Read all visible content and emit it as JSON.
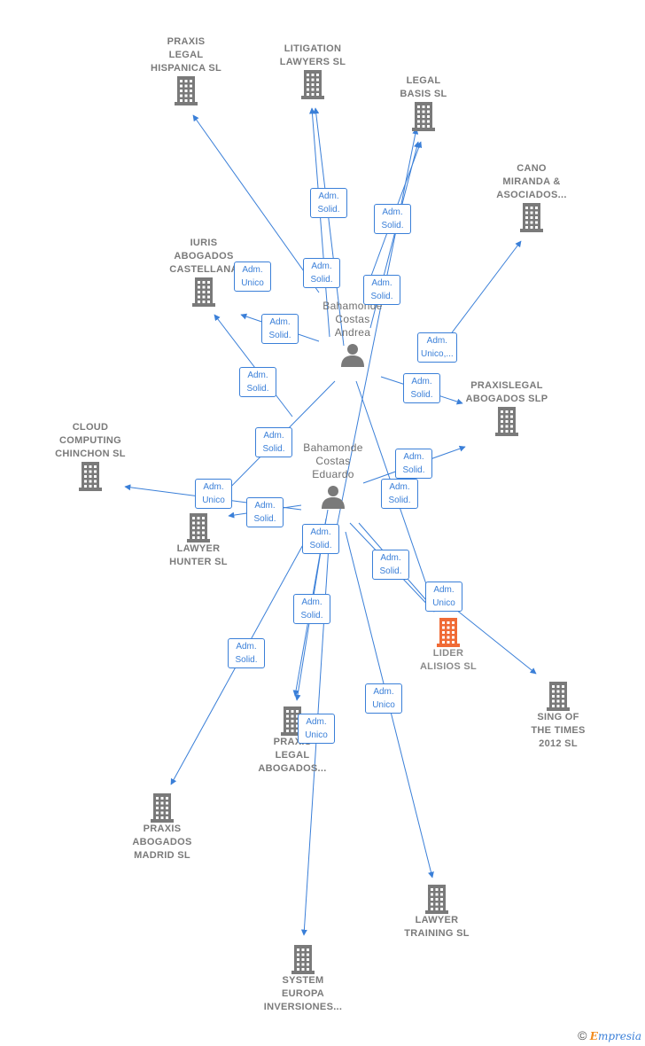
{
  "colors": {
    "edge": "#3a7fd8",
    "company": "#7a7a7a",
    "highlight": "#f06a35",
    "person": "#7a7a7a"
  },
  "persons": [
    {
      "id": "andrea",
      "label": "Bahamonde\nCostas\nAndrea",
      "icon": "person-icon"
    },
    {
      "id": "eduardo",
      "label": "Bahamonde\nCostas\nEduardo",
      "icon": "person-icon"
    }
  ],
  "companies": [
    {
      "id": "praxis_hispanica",
      "label": "PRAXIS\nLEGAL\nHISPANICA SL",
      "icon": "building-icon"
    },
    {
      "id": "litigation",
      "label": "LITIGATION\nLAWYERS SL",
      "icon": "building-icon"
    },
    {
      "id": "legal_basis",
      "label": "LEGAL\nBASIS SL",
      "icon": "building-icon"
    },
    {
      "id": "cano",
      "label": "CANO\nMIRANDA &\nASOCIADOS...",
      "icon": "building-icon"
    },
    {
      "id": "iuris",
      "label": "IURIS\nABOGADOS\nCASTELLANA",
      "icon": "building-icon"
    },
    {
      "id": "praxislegal",
      "label": "PRAXISLEGAL\nABOGADOS SLP",
      "icon": "building-icon"
    },
    {
      "id": "cloud",
      "label": "CLOUD\nCOMPUTING\nCHINCHON SL",
      "icon": "building-icon"
    },
    {
      "id": "lawyer_hunter",
      "label": "LAWYER\nHUNTER SL",
      "icon": "building-icon"
    },
    {
      "id": "lider",
      "label": "LIDER\nALISIOS SL",
      "icon": "building-icon",
      "highlight": true
    },
    {
      "id": "sing",
      "label": "SING OF\nTHE TIMES\n2012 SL",
      "icon": "building-icon"
    },
    {
      "id": "praxis_legal_abogados",
      "label": "PRAXIS\nLEGAL\nABOGADOS...",
      "icon": "building-icon"
    },
    {
      "id": "praxis_madrid",
      "label": "PRAXIS\nABOGADOS\nMADRID SL",
      "icon": "building-icon"
    },
    {
      "id": "lawyer_training",
      "label": "LAWYER\nTRAINING SL",
      "icon": "building-icon"
    },
    {
      "id": "system_europa",
      "label": "SYSTEM\nEUROPA\nINVERSIONES...",
      "icon": "building-icon"
    }
  ],
  "relations": [
    {
      "id": "r1",
      "label": "Adm.\nSolid."
    },
    {
      "id": "r2",
      "label": "Adm.\nSolid."
    },
    {
      "id": "r3",
      "label": "Adm.\nSolid."
    },
    {
      "id": "r4",
      "label": "Adm.\nUnico"
    },
    {
      "id": "r5",
      "label": "Adm.\nSolid."
    },
    {
      "id": "r6",
      "label": "Adm.\nSolid."
    },
    {
      "id": "r7",
      "label": "Adm.\nUnico,..."
    },
    {
      "id": "r8",
      "label": "Adm.\nSolid."
    },
    {
      "id": "r9",
      "label": "Adm.\nSolid."
    },
    {
      "id": "r10",
      "label": "Adm.\nSolid."
    },
    {
      "id": "r11",
      "label": "Adm.\nSolid."
    },
    {
      "id": "r12",
      "label": "Adm.\nUnico"
    },
    {
      "id": "r13",
      "label": "Adm.\nSolid."
    },
    {
      "id": "r14",
      "label": "Adm.\nSolid."
    },
    {
      "id": "r15",
      "label": "Adm.\nSolid."
    },
    {
      "id": "r16",
      "label": "Adm.\nSolid."
    },
    {
      "id": "r17",
      "label": "Adm.\nUnico"
    },
    {
      "id": "r18",
      "label": "Adm.\nSolid."
    },
    {
      "id": "r19",
      "label": "Adm.\nSolid."
    },
    {
      "id": "r20",
      "label": "Adm.\nUnico"
    },
    {
      "id": "r21",
      "label": "Adm.\nUnico"
    }
  ],
  "credit": {
    "copyright": "©",
    "brand_first": "E",
    "brand_rest": "mpresia"
  }
}
